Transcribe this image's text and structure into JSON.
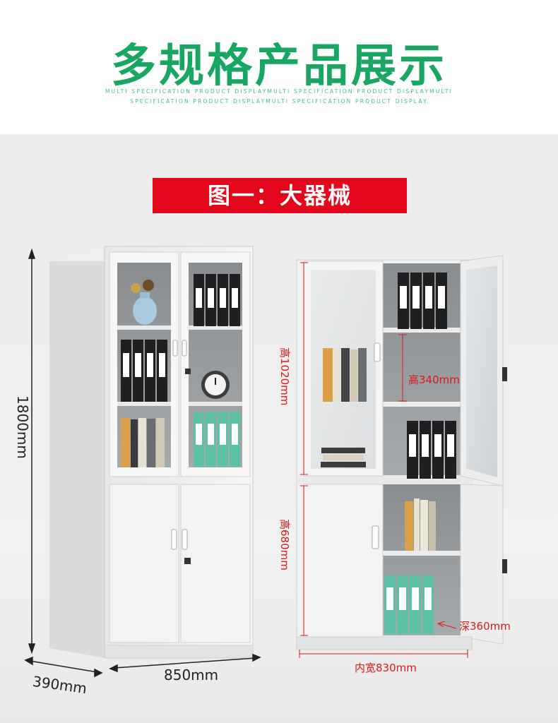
{
  "header": {
    "title": "多规格产品展示",
    "subtitle_line1": "MULTI SPECIFICATION PRODUCT DISPLAYMULTI SPECIFICATION PRODUCT DISPLAYMULTI",
    "subtitle_line2": "SPECIFICATION PRODUCT DISPLAYMULTI SPECIFICATION PRODUCT DISPLAY"
  },
  "banner": {
    "label": "图一：大器械",
    "color": "#e4061a"
  },
  "dimensions": {
    "height_total": "1800mm",
    "depth": "390mm",
    "width": "850mm",
    "upper_height": "高1020mm",
    "lower_height": "高680mm",
    "shelf_height": "高340mm",
    "inner_depth": "深360mm",
    "inner_width": "内宽830mm"
  },
  "colors": {
    "brand_green": "#18a663",
    "accent_red": "#d81a1a"
  }
}
